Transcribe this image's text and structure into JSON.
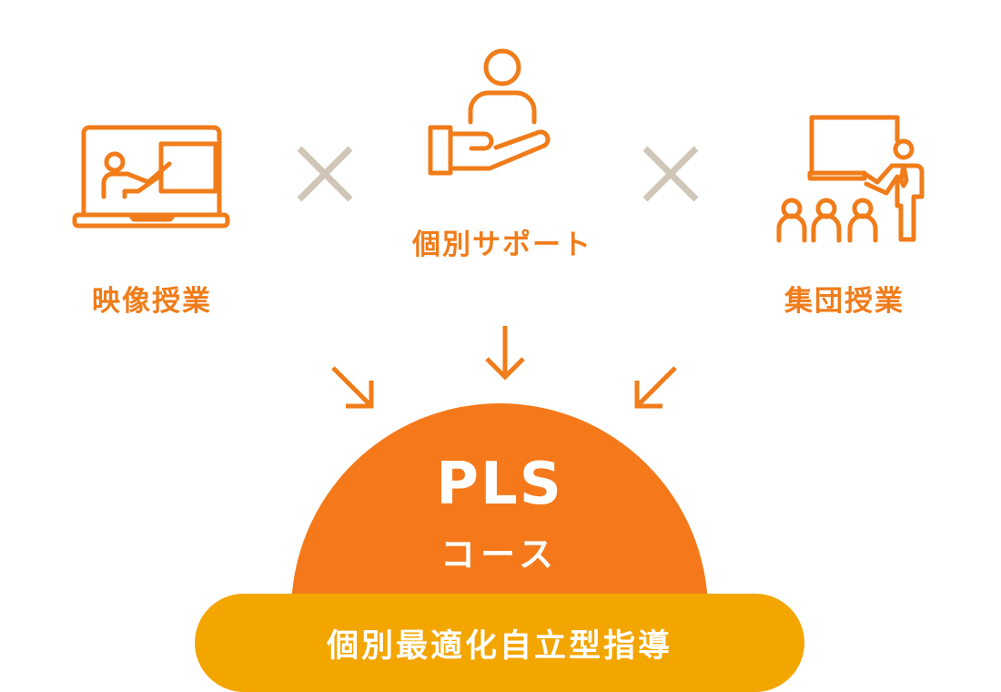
{
  "items": [
    {
      "label": "映像授業",
      "icon": "video-lesson-icon"
    },
    {
      "label": "個別サポート",
      "icon": "individual-support-icon"
    },
    {
      "label": "集団授業",
      "icon": "group-lesson-icon"
    }
  ],
  "course": {
    "title": "PLS",
    "subtitle": "コース"
  },
  "tagline": "個別最適化自立型指導",
  "colors": {
    "accent": "#f07c1a",
    "dome": "#f5791a",
    "pill": "#f3a500",
    "times": "#cfc6b8"
  }
}
